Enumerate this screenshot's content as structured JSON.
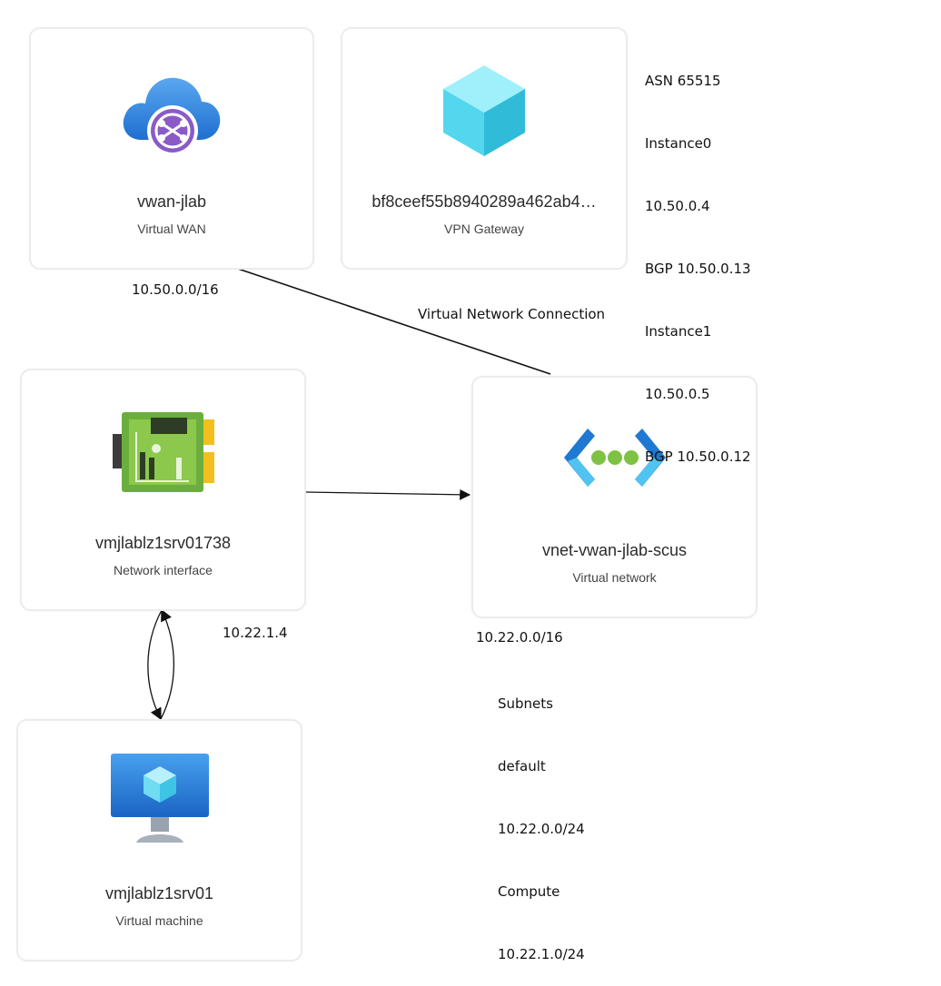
{
  "nodes": {
    "vwan": {
      "title": "vwan-jlab",
      "subtitle": "Virtual WAN",
      "icon": "virtual-wan-icon"
    },
    "vpngw": {
      "title": "bf8ceef55b8940289a462ab4…",
      "subtitle": "VPN Gateway",
      "icon": "vpn-gateway-icon"
    },
    "nic": {
      "title": "vmjlablz1srv01738",
      "subtitle": "Network interface",
      "icon": "network-interface-icon"
    },
    "vnet": {
      "title": "vnet-vwan-jlab-scus",
      "subtitle": "Virtual network",
      "icon": "virtual-network-icon"
    },
    "vm": {
      "title": "vmjlablz1srv01",
      "subtitle": "Virtual machine",
      "icon": "virtual-machine-icon"
    }
  },
  "annotations": {
    "gateway_lines": [
      "ASN 65515",
      "Instance0",
      "10.50.0.4",
      "BGP 10.50.0.13",
      "Instance1",
      "10.50.0.5",
      "BGP 10.50.0.12"
    ],
    "vwan_prefix": "10.50.0.0/16",
    "connection_label": "Virtual Network Connection",
    "nic_ip": "10.22.1.4",
    "vnet_prefix": "10.22.0.0/16",
    "subnet_lines": [
      "Subnets",
      "default",
      "10.22.0.0/24",
      "Compute",
      "10.22.1.0/24"
    ]
  },
  "colors": {
    "card_border": "#ececec",
    "cloud_blue": "#2f86e0",
    "vnet_blue": "#1f8fe0",
    "dot_green": "#7dc242",
    "cube_cyan": "#4fd4ee"
  }
}
